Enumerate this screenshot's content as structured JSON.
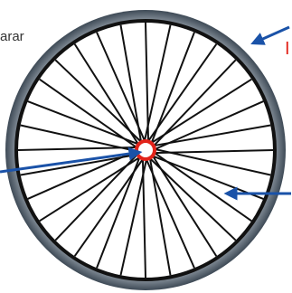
{
  "labels": {
    "top_left": "arar",
    "right_partial": "I"
  },
  "wheel": {
    "spoke_count": 32
  },
  "colors": {
    "tire_outer": "#3e4a56",
    "tire_inner": "#c7cdd4",
    "rim": "#111111",
    "spoke": "#111111",
    "hub": "#e2231a",
    "arrow": "#1a52a8",
    "label_accent": "#e2231a"
  }
}
